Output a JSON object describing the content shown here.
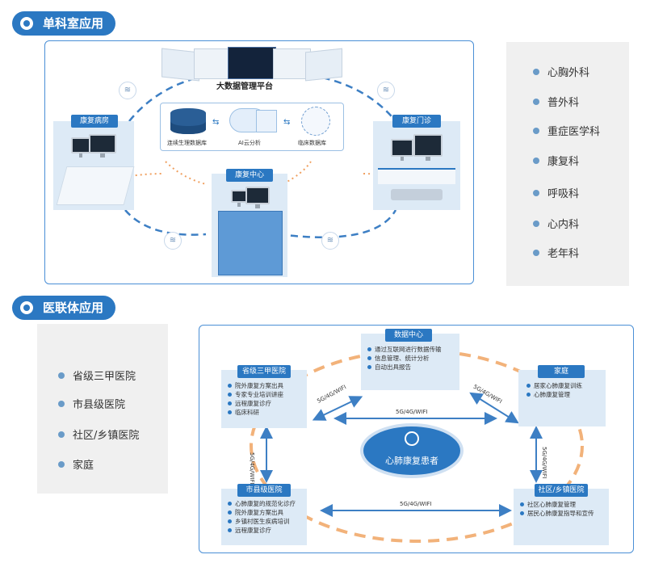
{
  "section1": {
    "title": "单科室应用",
    "platform_label": "大数据管理平台",
    "db_left_label": "连续生理数据库",
    "cloud_label": "AI云分析",
    "db_right_label": "临床数据库",
    "cards": {
      "ward": "康复病房",
      "clinic": "康复门诊",
      "center": "康复中心"
    },
    "departments": [
      "心胸外科",
      "普外科",
      "重症医学科",
      "康复科",
      "呼吸科",
      "心内科",
      "老年科"
    ]
  },
  "section2": {
    "title": "医联体应用",
    "levels": [
      "省级三甲医院",
      "市县级医院",
      "社区/乡镇医院",
      "家庭"
    ],
    "data_center": {
      "label": "数据中心",
      "items": [
        "通过互联网进行数据传输",
        "信息管理、统计分析",
        "自动出具报告"
      ]
    },
    "provincial": {
      "label": "省级三甲医院",
      "items": [
        "院外康复方案出具",
        "专家专业培训讲座",
        "远程康复诊疗",
        "临床科研"
      ]
    },
    "home": {
      "label": "家庭",
      "items": [
        "居家心肺康复训练",
        "心肺康复管理"
      ]
    },
    "county": {
      "label": "市县级医院",
      "items": [
        "心肺康复的规范化诊疗",
        "院外康复方案出具",
        "乡镇村医生疾病培训",
        "远程康复诊疗"
      ]
    },
    "community": {
      "label": "社区/乡镇医院",
      "items": [
        "社区心肺康复管理",
        "居民心肺康复指导和宣传"
      ]
    },
    "patient_label": "心肺康复患者",
    "network_label": "5G/4G/WIFI"
  },
  "colors": {
    "brand_blue": "#2b78c2",
    "dashed_blue": "#3d7fc4",
    "dotted_orange": "#f0a060",
    "dashed_orange": "#f2b27a",
    "card_bg": "#ddeaf6"
  }
}
